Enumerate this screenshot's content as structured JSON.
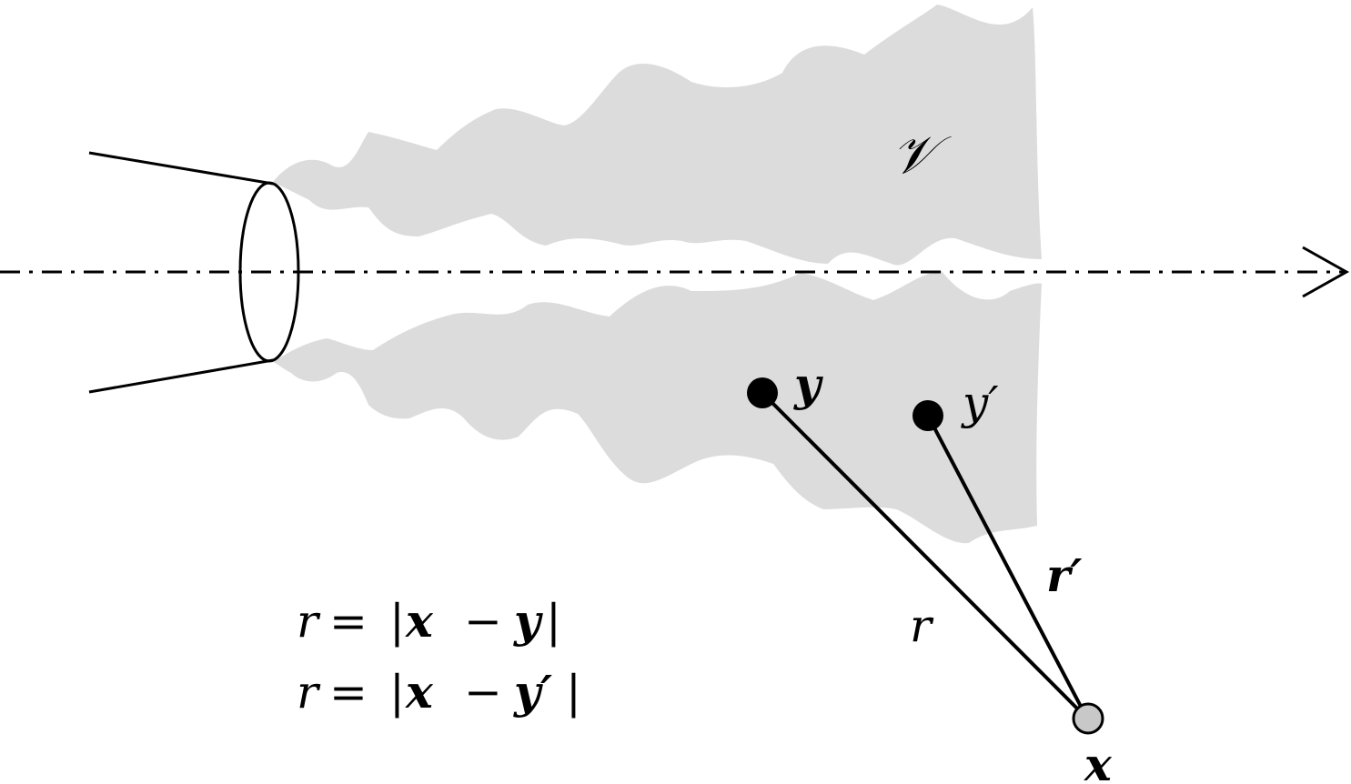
{
  "colors": {
    "ink": "#000000",
    "volume_fill": "#dcdcdc",
    "observer_point": "#c8c8c8",
    "source_point": "#000000"
  },
  "labels": {
    "volume": "𝒱",
    "source_y": "y",
    "source_y_prime": "y′",
    "observer_x": "x",
    "distance_r": "r",
    "distance_r_prime": "r′"
  },
  "equations": {
    "line1": {
      "lhs": "r",
      "eq": "=",
      "bar_open": "|",
      "x": "x",
      "minus": "−",
      "y": "y",
      "bar_close": "|"
    },
    "line2": {
      "lhs": "r",
      "eq": "=",
      "bar_open": "|",
      "x": "x",
      "minus": "−",
      "y": "y′",
      "bar_close": "|"
    }
  },
  "icons": {
    "axis_arrow": "open-arrowhead",
    "nozzle": "cone-with-elliptical-exit"
  }
}
